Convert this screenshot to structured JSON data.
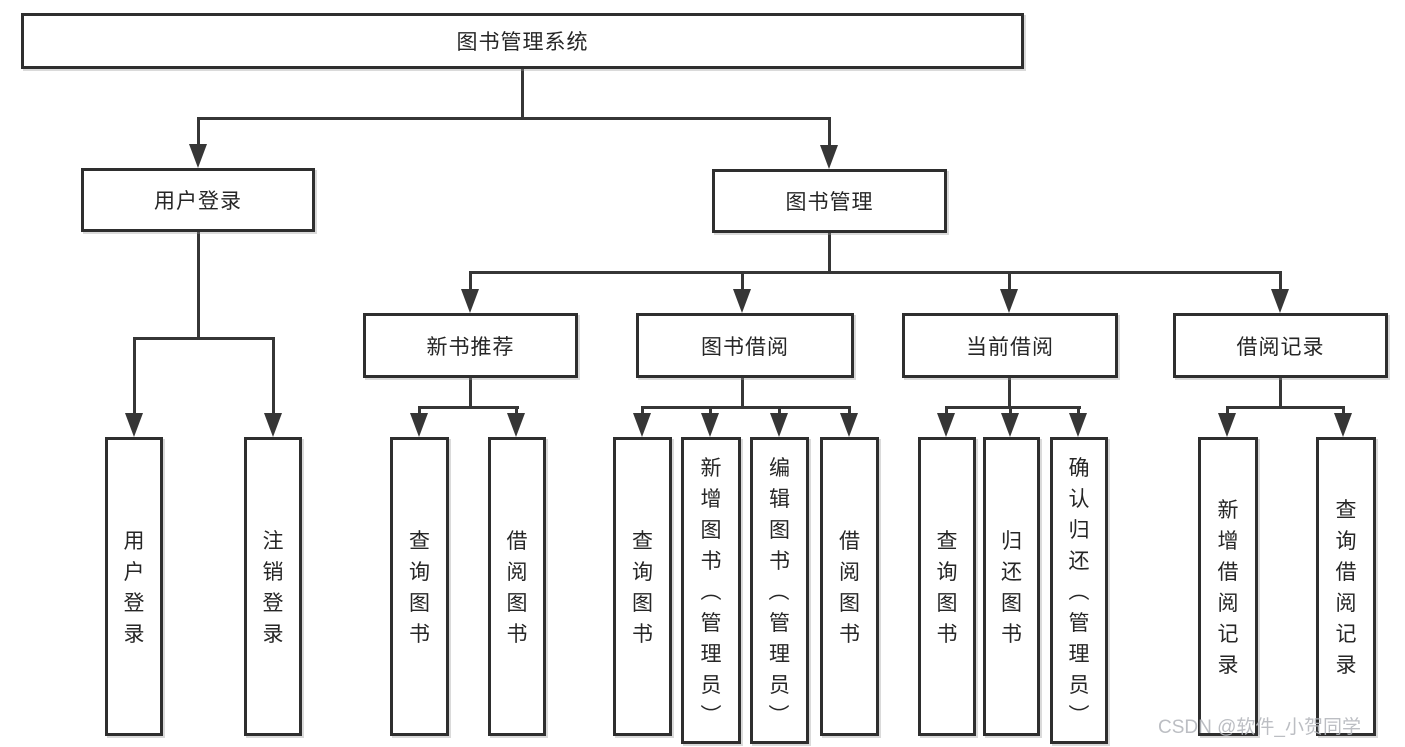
{
  "title": "图书管理系统",
  "watermark": "CSDN @软件_小贺同学",
  "nodes": {
    "root": "图书管理系统",
    "l2": {
      "user_login": "用户登录",
      "book_mgmt": "图书管理"
    },
    "l3": {
      "new_books": "新书推荐",
      "book_borrow": "图书借阅",
      "current_borrow": "当前借阅",
      "borrow_records": "借阅记录"
    },
    "l4": {
      "user_login": "用户登录",
      "logout": "注销登录",
      "nb_query_books": "查询图书",
      "nb_borrow_books": "借阅图书",
      "bb_query_books": "查询图书",
      "bb_add_books": "新增图书（管理员）",
      "bb_edit_books": "编辑图书（管理员）",
      "bb_borrow_books": "借阅图书",
      "cb_query_books": "查询图书",
      "cb_return_books": "归还图书",
      "cb_confirm_return": "确认归还（管理员）",
      "br_add_record": "新增借阅记录",
      "br_query_record": "查询借阅记录"
    }
  },
  "colors": {
    "line": "#363636",
    "box_border": "#2e2e2e",
    "text": "#262626",
    "watermark": "#b5b8bd",
    "background": "#ffffff"
  }
}
